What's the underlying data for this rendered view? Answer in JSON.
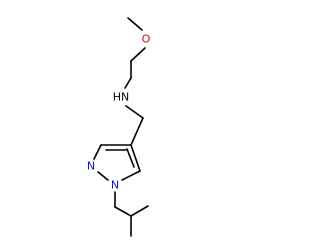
{
  "molecule": {
    "atoms": {
      "O": {
        "label": "O",
        "color": "#e00000"
      },
      "NH": {
        "label": "HN",
        "color": "#000000"
      },
      "N2": {
        "label": "N",
        "color": "#1010e0"
      },
      "N1": {
        "label": "N",
        "color": "#1010e0"
      }
    }
  }
}
